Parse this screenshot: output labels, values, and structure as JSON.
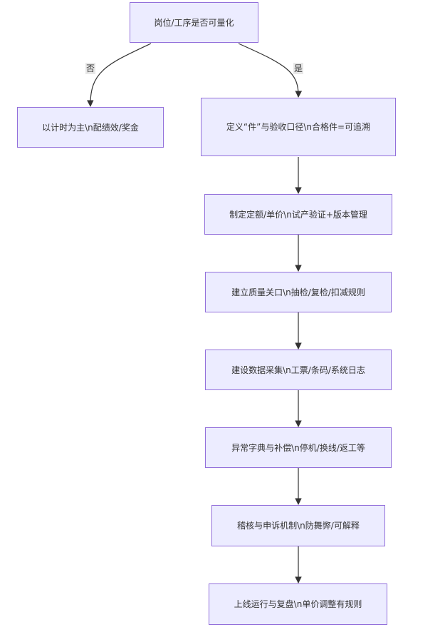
{
  "diagram": {
    "type": "flowchart",
    "colors": {
      "node_fill": "#ececff",
      "node_border": "#9370db",
      "edge": "#333333",
      "label_bg": "#e8e8e8",
      "text": "#333333"
    },
    "nodes": [
      {
        "id": "decision",
        "label": "岗位/工序是否可量化"
      },
      {
        "id": "no_branch",
        "label": "以计时为主\\n配绩效/奖金"
      },
      {
        "id": "define",
        "label": "定义“件”与验收口径\\n合格件=可追溯"
      },
      {
        "id": "quota",
        "label": "制定定额/单价\\n试产验证+版本管理"
      },
      {
        "id": "quality",
        "label": "建立质量关口\\n抽检/复检/扣减规则"
      },
      {
        "id": "data",
        "label": "建设数据采集\\n工票/条码/系统日志"
      },
      {
        "id": "exception",
        "label": "异常字典与补偿\\n停机/换线/返工等"
      },
      {
        "id": "audit",
        "label": "稽核与申诉机制\\n防舞弊/可解释"
      },
      {
        "id": "launch",
        "label": "上线运行与复盘\\n单价调整有规则"
      }
    ],
    "edges": [
      {
        "from": "decision",
        "to": "no_branch",
        "label": "否"
      },
      {
        "from": "decision",
        "to": "define",
        "label": "是"
      },
      {
        "from": "define",
        "to": "quota",
        "label": ""
      },
      {
        "from": "quota",
        "to": "quality",
        "label": ""
      },
      {
        "from": "quality",
        "to": "data",
        "label": ""
      },
      {
        "from": "data",
        "to": "exception",
        "label": ""
      },
      {
        "from": "exception",
        "to": "audit",
        "label": ""
      },
      {
        "from": "audit",
        "to": "launch",
        "label": ""
      }
    ]
  }
}
